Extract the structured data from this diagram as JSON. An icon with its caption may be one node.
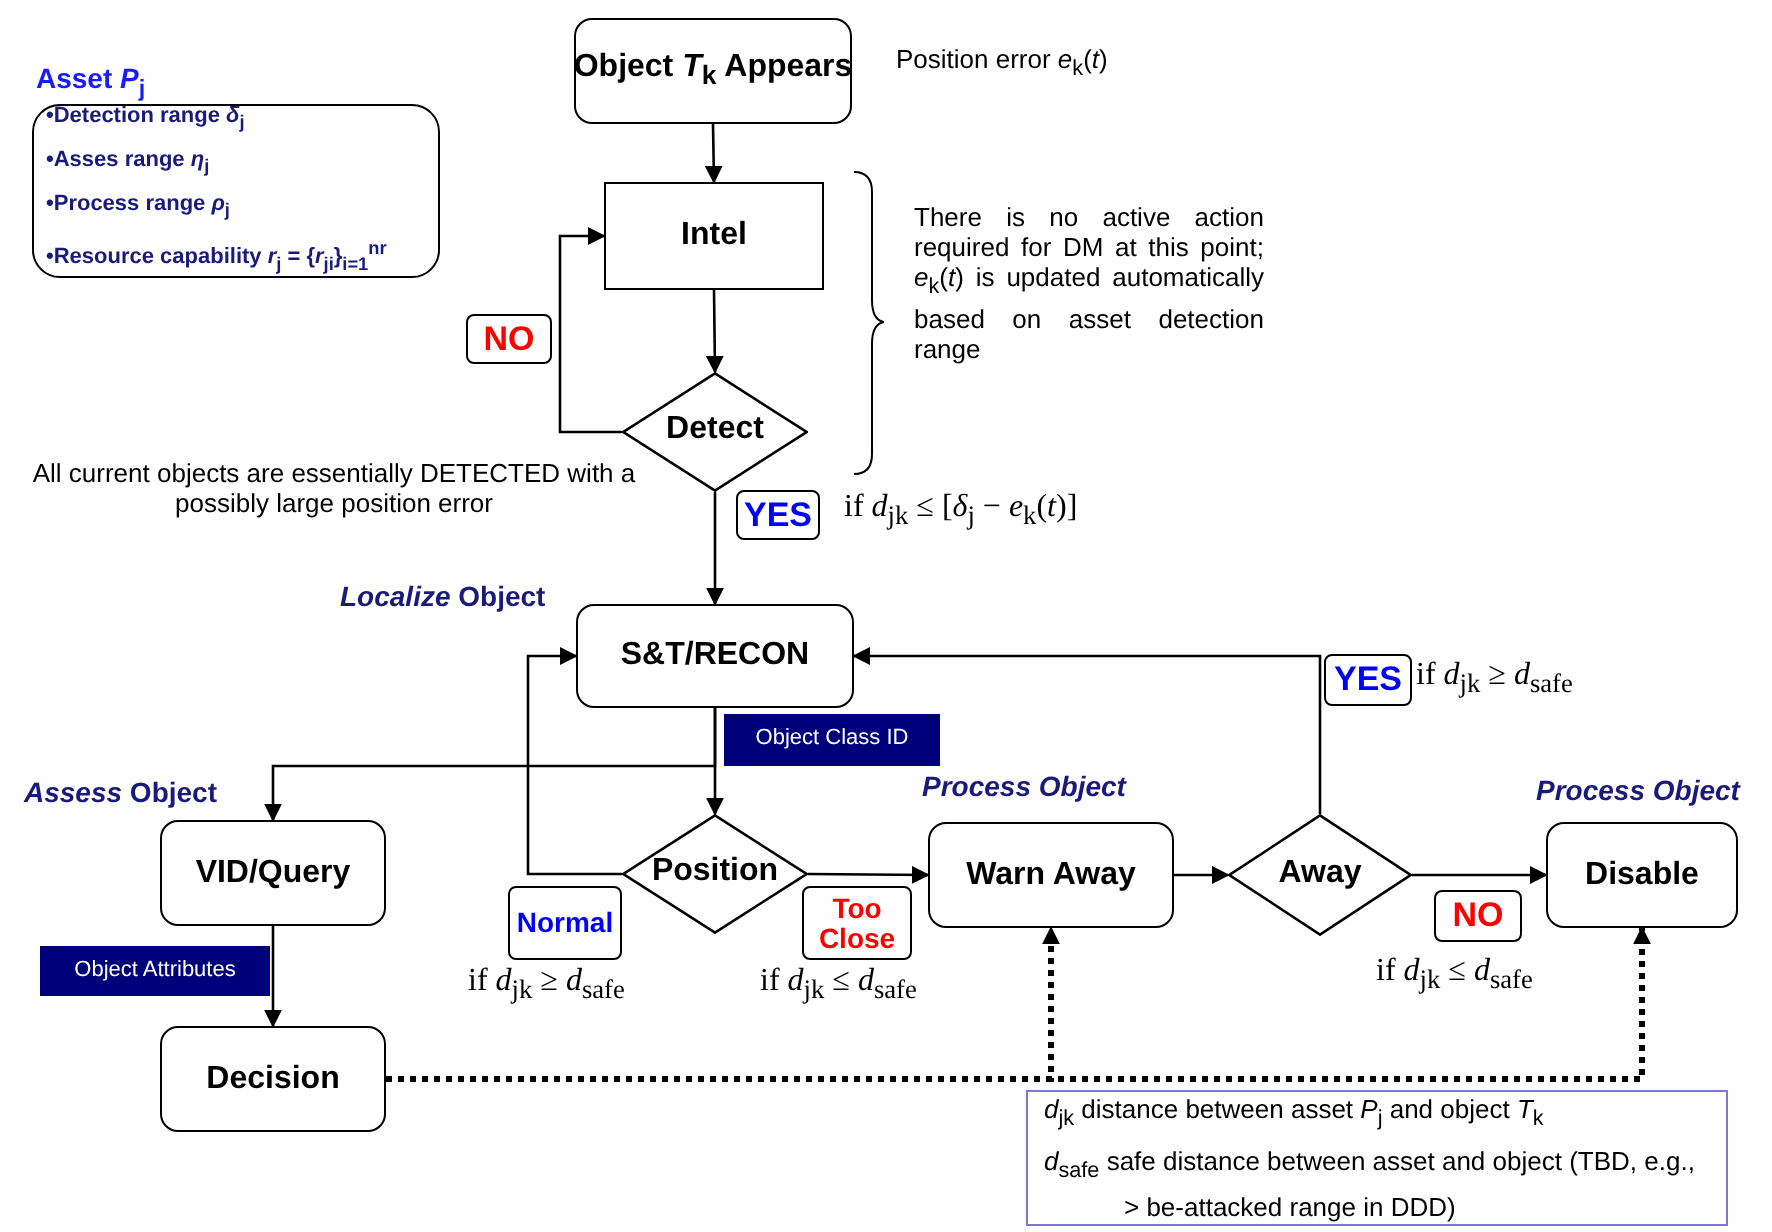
{
  "diagram": {
    "nodes": [
      {
        "text": [
          "Asset *P*$_{j}$",
          "•Detection range *δ*$_{j}$",
          "•Asses range *η*$_{j}$",
          "•Process range *ρ*$_{j}$",
          "•Resource capability *r*$_{j}$ = {*r*$_{ji}$}$_{i=1}$$^{nr}$"
        ]
      },
      {
        "text": [
          "Object *T*$_{k}$ Appears"
        ],
        "beside": [
          "Position error *e*$_{k}$(*t*)"
        ]
      },
      {
        "text": [
          "Intel"
        ]
      },
      {
        "text": [
          "Detect"
        ]
      },
      {
        "text": [
          "S&T/RECON"
        ],
        "beside": [
          "*Localize* Object"
        ]
      },
      {
        "text": [
          "VID/Query"
        ],
        "beside": [
          "*Assess* Object"
        ]
      },
      {
        "text": [
          "Position"
        ]
      },
      {
        "text": [
          "Warn Away"
        ],
        "beside": [
          "Process Object"
        ]
      },
      {
        "text": [
          "Away"
        ]
      },
      {
        "text": [
          "Disable"
        ],
        "beside": [
          "Process Object"
        ]
      },
      {
        "text": [
          "Decision"
        ]
      },
      {
        "text": [
          "*d*$_{jk}$ distance between asset *P*$_{j}$ and object *T*$_{k}$",
          "*d*$_{safe}$ safe distance between asset and object (TBD, e.g., > be-attacked range in DDD)"
        ]
      }
    ],
    "edges": [
      {
        "from": 1,
        "to": 2,
        "arrow": "to"
      },
      {
        "from": 2,
        "to": 3,
        "arrow": "to"
      },
      {
        "from": 3,
        "to": 2,
        "arrow": "to",
        "label": "NO"
      },
      {
        "from": 3,
        "to": 4,
        "arrow": "to",
        "label": "YES"
      },
      {
        "from": 4,
        "to": 6,
        "arrow": "to",
        "label": "Object Class ID"
      },
      {
        "from": 4,
        "to": 5,
        "arrow": "to"
      },
      {
        "from": 6,
        "to": 4,
        "arrow": "to",
        "label": "Normal"
      },
      {
        "from": 6,
        "to": 7,
        "arrow": "to",
        "label": "Too Close"
      },
      {
        "from": 7,
        "to": 8,
        "arrow": "to"
      },
      {
        "from": 8,
        "to": 4,
        "arrow": "to",
        "label": "YES"
      },
      {
        "from": 8,
        "to": 9,
        "arrow": "to",
        "label": "NO"
      },
      {
        "from": 5,
        "to": 10,
        "arrow": "to",
        "label": "Object Attributes"
      },
      {
        "from": 10,
        "to": 7,
        "arrow": "to",
        "style": "dashed"
      },
      {
        "from": 10,
        "to": 9,
        "arrow": "to",
        "style": "dashed"
      }
    ],
    "labels": [
      "There is no active action required for DM at this point; *e*$_{k}$(*t*) is updated automatically based on asset detection range",
      "All current objects are essentially DETECTED with a possibly large position error",
      "if *d*$_{jk}$ ≤ [*δ*$_{j}$ − *e*$_{k}$(*t*)]",
      "if *d*$_{jk}$ ≥ *d*$_{safe}$",
      "if *d*$_{jk}$ ≥ *d*$_{safe}$",
      "if *d*$_{jk}$ ≤ *d*$_{safe}$",
      "if *d*$_{jk}$ ≤ *d*$_{safe}$"
    ]
  }
}
